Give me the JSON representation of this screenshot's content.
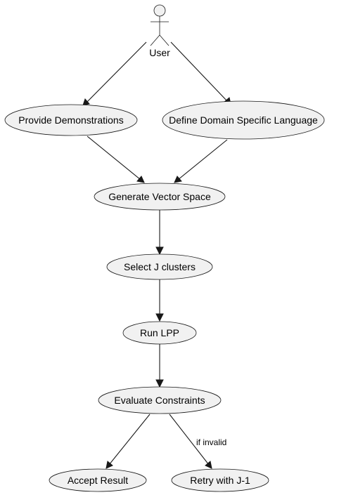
{
  "actor": {
    "label": "User"
  },
  "nodes": {
    "provide_demonstrations": "Provide Demonstrations",
    "define_dsl": "Define Domain Specific Language",
    "generate_vector_space": "Generate Vector Space",
    "select_clusters": "Select J clusters",
    "run_lpp": "Run LPP",
    "evaluate_constraints": "Evaluate Constraints",
    "accept_result": "Accept Result",
    "retry": "Retry with J-1"
  },
  "edges": {
    "invalid_label": "if invalid"
  }
}
